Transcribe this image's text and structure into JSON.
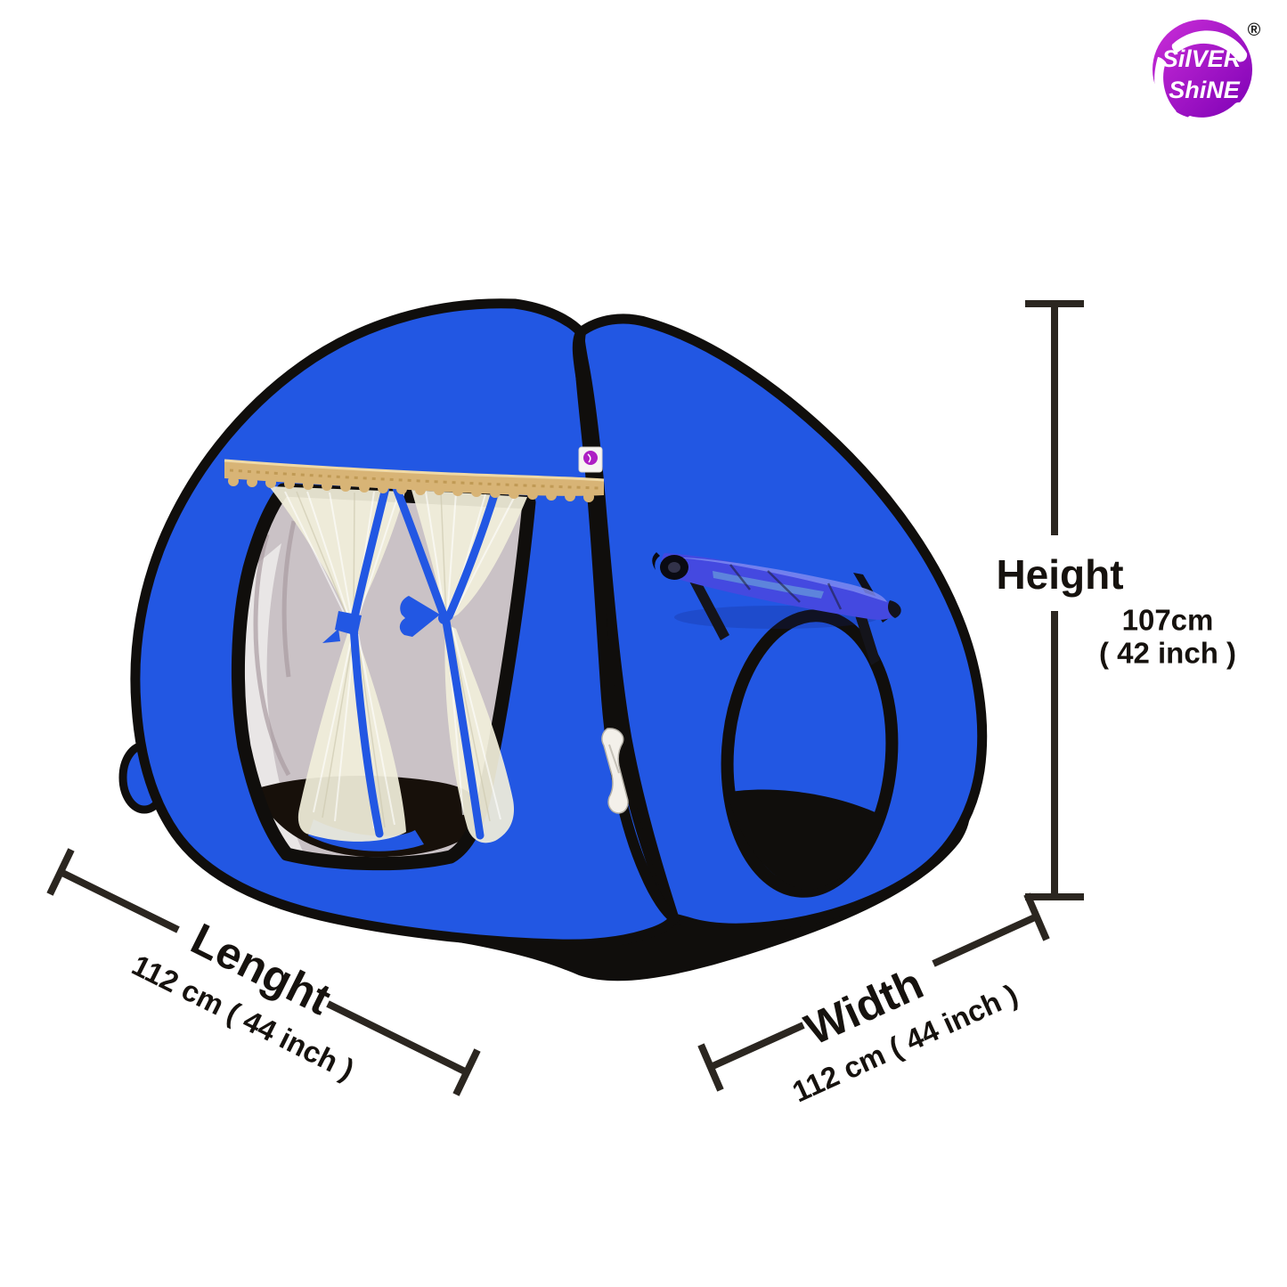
{
  "brand": {
    "name": "Silver Shine",
    "line1": "SilVER",
    "line2": "ShiNE",
    "registered": "®",
    "logo_gradient_start": "#cb2ed8",
    "logo_gradient_end": "#7d00b5"
  },
  "dimensions": {
    "height": {
      "label": "Height",
      "cm": "107cm",
      "inch": "( 42 inch )"
    },
    "length": {
      "label": "Lenght",
      "value": "112 cm ( 44 inch )"
    },
    "width": {
      "label": "Width",
      "value": "112 cm ( 44 inch )"
    }
  },
  "theme": {
    "tent-blue": "#2257e3",
    "tent-outline": "#100e0c",
    "curtain": "#f1eeda",
    "valance": "#d8b476",
    "interior": "#cac2c6",
    "floor": "#17100a",
    "bag-blue": "#4449e0",
    "dim-line": "#2b2620",
    "text-color": "#16120e"
  }
}
